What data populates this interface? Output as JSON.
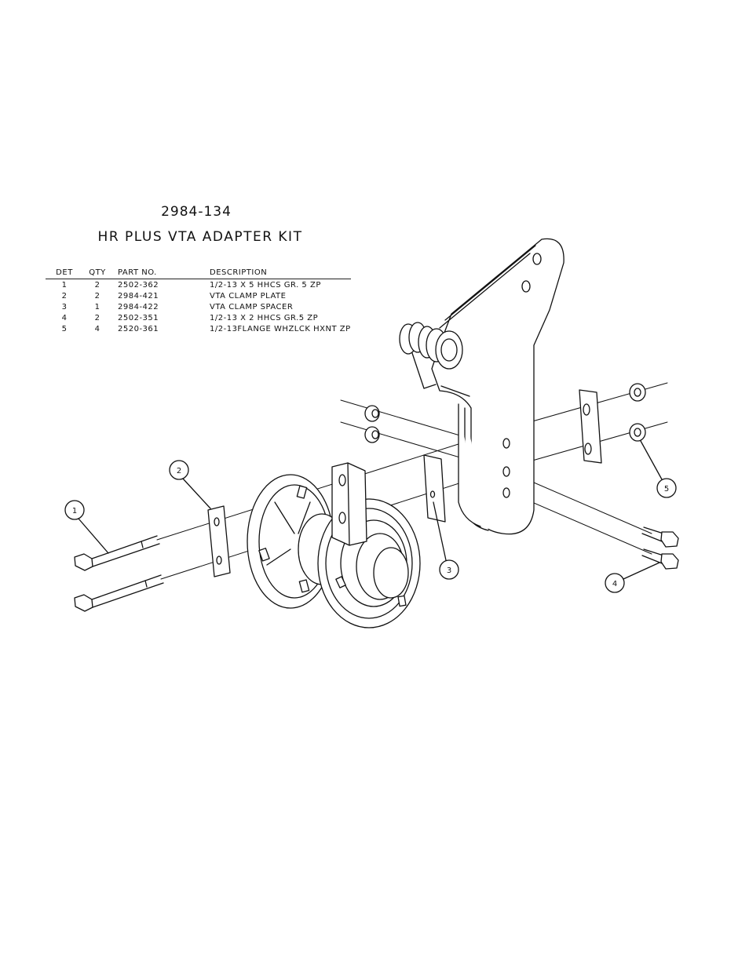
{
  "kit": {
    "number": "2984-134",
    "name": "HR PLUS VTA ADAPTER KIT"
  },
  "table": {
    "headers": {
      "det": "DET",
      "qty": "QTY",
      "part": "PART NO.",
      "desc": "DESCRIPTION"
    },
    "rows": [
      {
        "det": "1",
        "qty": "2",
        "part": "2502-362",
        "desc": "1/2-13 X 5 HHCS GR. 5 ZP"
      },
      {
        "det": "2",
        "qty": "2",
        "part": "2984-421",
        "desc": "VTA CLAMP PLATE"
      },
      {
        "det": "3",
        "qty": "1",
        "part": "2984-422",
        "desc": "VTA CLAMP SPACER"
      },
      {
        "det": "4",
        "qty": "2",
        "part": "2502-351",
        "desc": "1/2-13 X 2 HHCS GR.5 ZP"
      },
      {
        "det": "5",
        "qty": "4",
        "part": "2520-361",
        "desc": "1/2-13FLANGE WHZLCK HXNT ZP"
      }
    ]
  },
  "callouts": [
    "1",
    "2",
    "3",
    "4",
    "5"
  ]
}
